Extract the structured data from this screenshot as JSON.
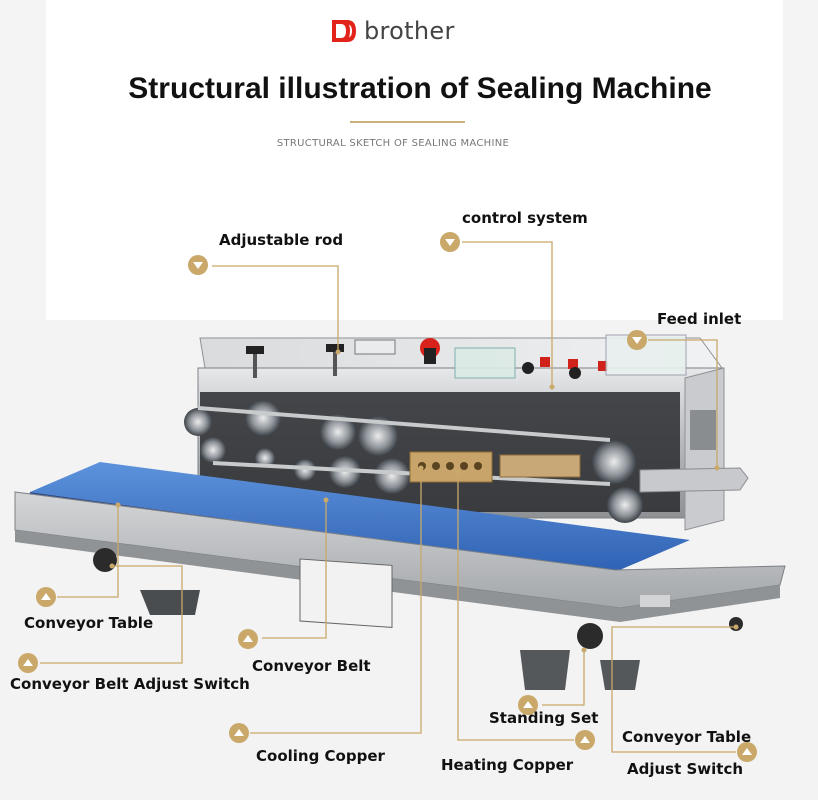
{
  "brand": {
    "name": "brother",
    "logo_color": "#e2231a"
  },
  "header": {
    "title": "Structural illustration of Sealing Machine",
    "subtitle": "STRUCTURAL SKETCH OF SEALING MACHINE"
  },
  "colors": {
    "accent_gold": "#c9a86a",
    "belt_blue": "#3f78c9",
    "steel": "#b9bcbf"
  },
  "labels": {
    "adjustable_rod": "Adjustable rod",
    "control_system": "control system",
    "feed_inlet": "Feed inlet",
    "conveyor_table": "Conveyor Table",
    "conveyor_belt_adjust_switch": "Conveyor Belt Adjust Switch",
    "conveyor_belt": "Conveyor Belt",
    "cooling_copper": "Cooling Copper",
    "heating_copper": "Heating Copper",
    "standing_set": "Standing Set",
    "conveyor_table_adjust_1": "Conveyor Table",
    "conveyor_table_adjust_2": "Adjust Switch"
  }
}
